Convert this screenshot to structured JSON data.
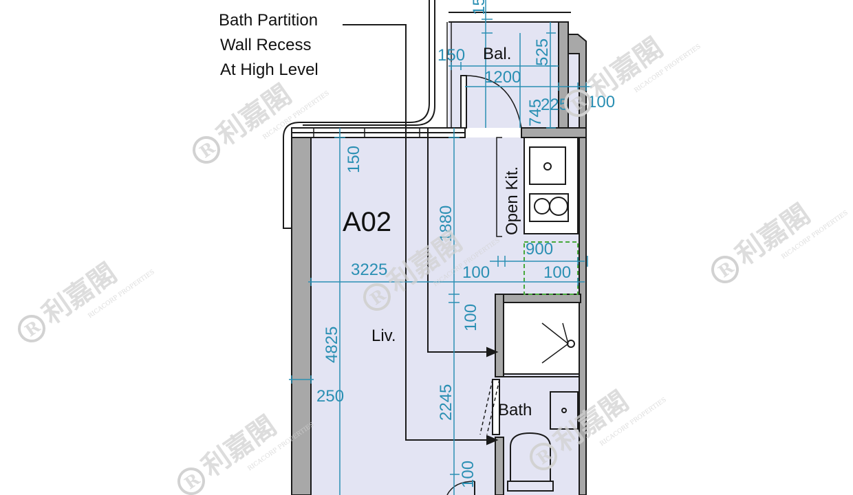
{
  "annotation": {
    "lines": [
      "Bath Partition",
      "Wall Recess",
      "At High Level"
    ]
  },
  "rooms": {
    "unit": "A02",
    "balcony": "Bal.",
    "kitchen": "Open Kit.",
    "living": "Liv.",
    "bath": "Bath"
  },
  "dimensions": {
    "top_15": "15",
    "bal_150": "150",
    "bal_525": "525",
    "bal_1200": "1200",
    "bal_745": "745",
    "bal_225": "225",
    "bal_100": "100",
    "top_150": "150",
    "depth_1880": "1880",
    "kit_900": "900",
    "width_3225": "3225",
    "kit_100a": "100",
    "kit_100b": "100",
    "liv_100": "100",
    "total_4825": "4825",
    "wall_250": "250",
    "bath_2245": "2245",
    "bottom_100": "100"
  },
  "watermark": {
    "name": "利嘉閣",
    "sub": "RICACORP PROPERTIES"
  },
  "colors": {
    "floor": "#e3e4f3",
    "wall": "#a8a8a8",
    "dimension": "#2a8fb3",
    "outline": "#1a1a1a",
    "fixture_box": "#46a83a"
  }
}
